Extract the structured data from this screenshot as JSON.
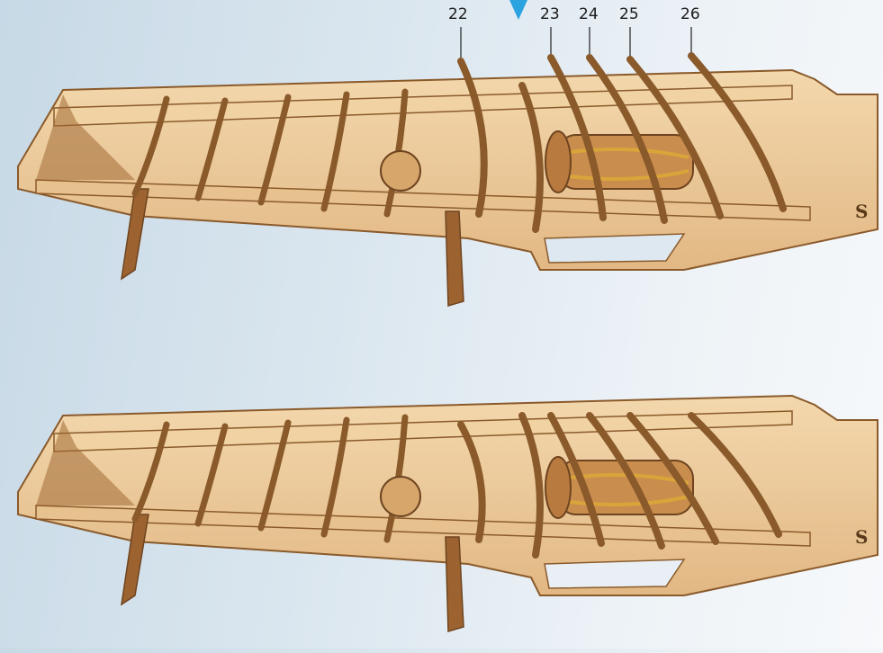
{
  "step_labels": [
    "22",
    "23",
    "24",
    "25",
    "26"
  ],
  "colors": {
    "plywood_face": "#ecc99a",
    "plywood_edge": "#8a5a2b",
    "plywood_dark": "#6e4420",
    "rubber": "#d9a53a",
    "indicator": "#2aa3e0"
  },
  "icons": [
    "arrow-down-icon",
    "brand-logo-icon"
  ],
  "views": [
    "before-assembly",
    "after-assembly"
  ]
}
